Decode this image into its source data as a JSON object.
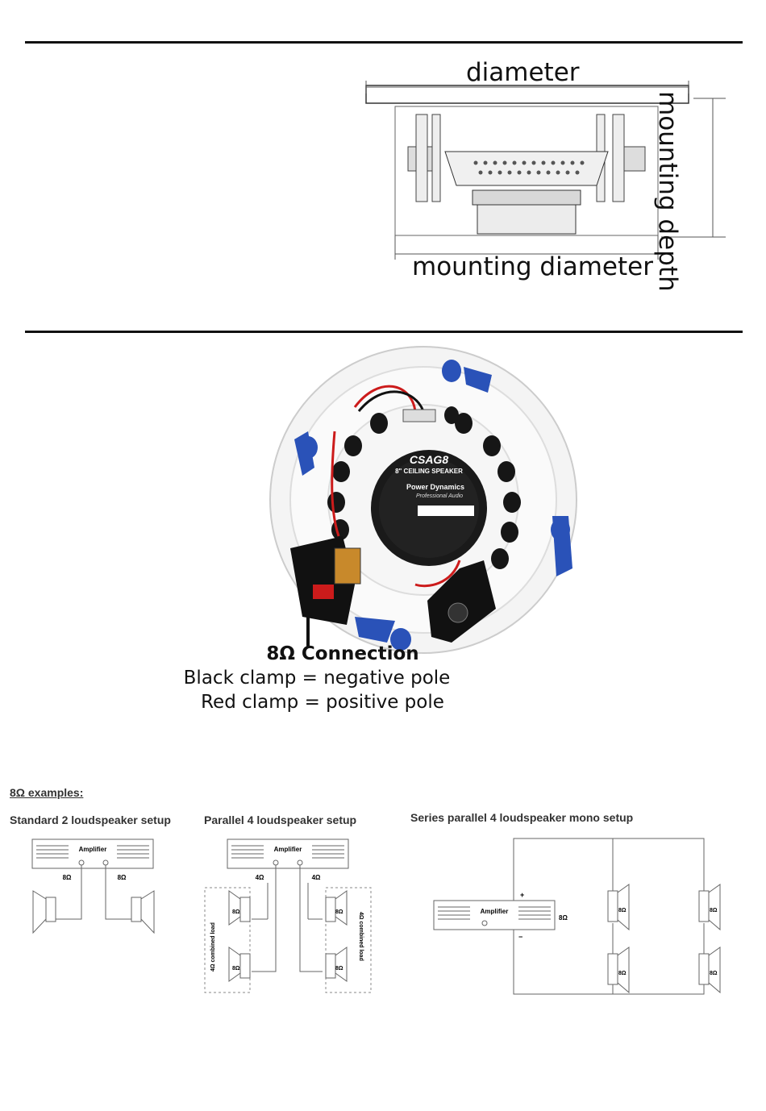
{
  "dimensions": {
    "diameter_label": "diameter",
    "mounting_depth_label": "mounting depth",
    "mounting_diameter_label": "mounting diameter"
  },
  "speaker": {
    "model": "CSAG8",
    "subtitle": "8\" CEILING SPEAKER",
    "brand": "Power Dynamics",
    "brand_sub": "Professional Audio"
  },
  "connection": {
    "title": "8Ω Connection",
    "line1": "Black clamp = negative pole",
    "line2": "Red clamp = positive pole"
  },
  "examples": {
    "heading": "8Ω examples:",
    "diagram1": {
      "title": "Standard 2 loudspeaker setup",
      "amp": "Amplifier",
      "left": "8Ω",
      "right": "8Ω"
    },
    "diagram2": {
      "title": "Parallel 4 loudspeaker setup",
      "amp": "Amplifier",
      "left_load": "4Ω",
      "right_load": "4Ω",
      "speaker": "8Ω",
      "combined": "4Ω combined load"
    },
    "diagram3": {
      "title": "Series parallel 4 loudspeaker mono setup",
      "amp": "Amplifier",
      "load": "8Ω",
      "speaker": "8Ω",
      "plus": "+",
      "minus": "−"
    }
  }
}
